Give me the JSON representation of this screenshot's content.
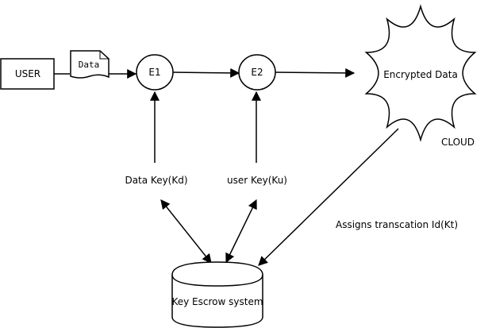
{
  "nodes": {
    "user": "USER",
    "data_doc": "Data",
    "e1": "E1",
    "e2": "E2",
    "cloud_text": "Encrypted Data",
    "cloud_caption": "CLOUD",
    "data_key": "Data Key(Kd)",
    "user_key": "user Key(Ku)",
    "escrow": "Key Escrow system"
  },
  "edge_labels": {
    "assigns": "Assigns transcation Id(Kt)"
  }
}
